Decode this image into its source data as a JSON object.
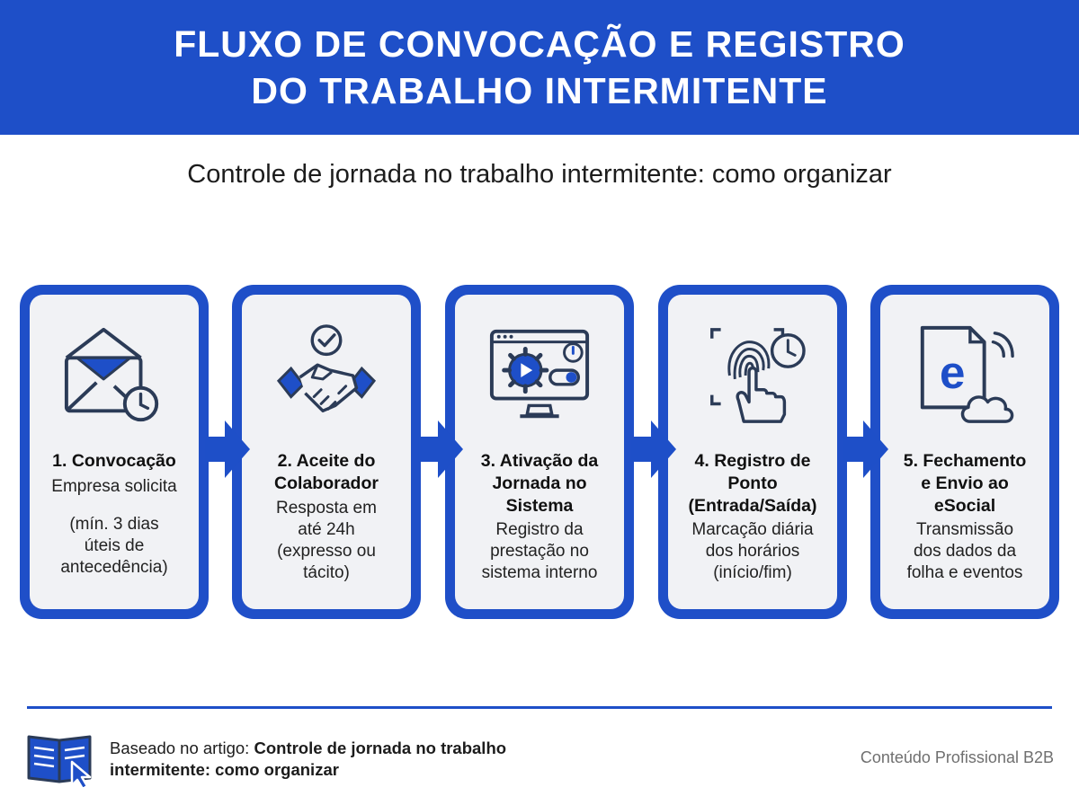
{
  "header": {
    "title_line1": "FLUXO DE CONVOCAÇÃO E REGISTRO",
    "title_line2": "DO TRABALHO INTERMITENTE"
  },
  "subtitle": "Controle de jornada no trabalho intermitente: como organizar",
  "steps": [
    {
      "icon": "envelope-clock-icon",
      "title": [
        "1. Convocação"
      ],
      "desc": [
        "Empresa solicita",
        "",
        "(mín. 3 dias",
        "úteis de",
        "antecedência)"
      ]
    },
    {
      "icon": "handshake-check-icon",
      "title": [
        "2. Aceite do",
        "Colaborador"
      ],
      "desc": [
        "Resposta em",
        "até 24h",
        "(expresso ou",
        "tácito)"
      ]
    },
    {
      "icon": "monitor-gear-play-icon",
      "title": [
        "3. Ativação da",
        "Jornada no",
        "Sistema"
      ],
      "desc": [
        "Registro da",
        "prestação no",
        "sistema interno"
      ]
    },
    {
      "icon": "fingerprint-clock-icon",
      "title": [
        "4. Registro de",
        "Ponto",
        "(Entrada/Saída)"
      ],
      "desc": [
        "Marcação diária",
        "dos horários",
        "(início/fim)"
      ]
    },
    {
      "icon": "esocial-cloud-icon",
      "title": [
        "5. Fechamento",
        "e Envio ao",
        "eSocial"
      ],
      "desc": [
        "Transmissão",
        "dos dados da",
        "folha e eventos"
      ]
    }
  ],
  "footer": {
    "prefix": "Baseado no artigo: ",
    "article_line1": "Controle de jornada no trabalho",
    "article_line2": "intermitente: como organizar",
    "right_label": "Conteúdo Profissional B2B",
    "icon": "open-book-cursor-icon"
  },
  "colors": {
    "brand_blue": "#1e4fc8",
    "card_bg": "#f1f2f5",
    "icon_dark": "#2b3b57"
  }
}
